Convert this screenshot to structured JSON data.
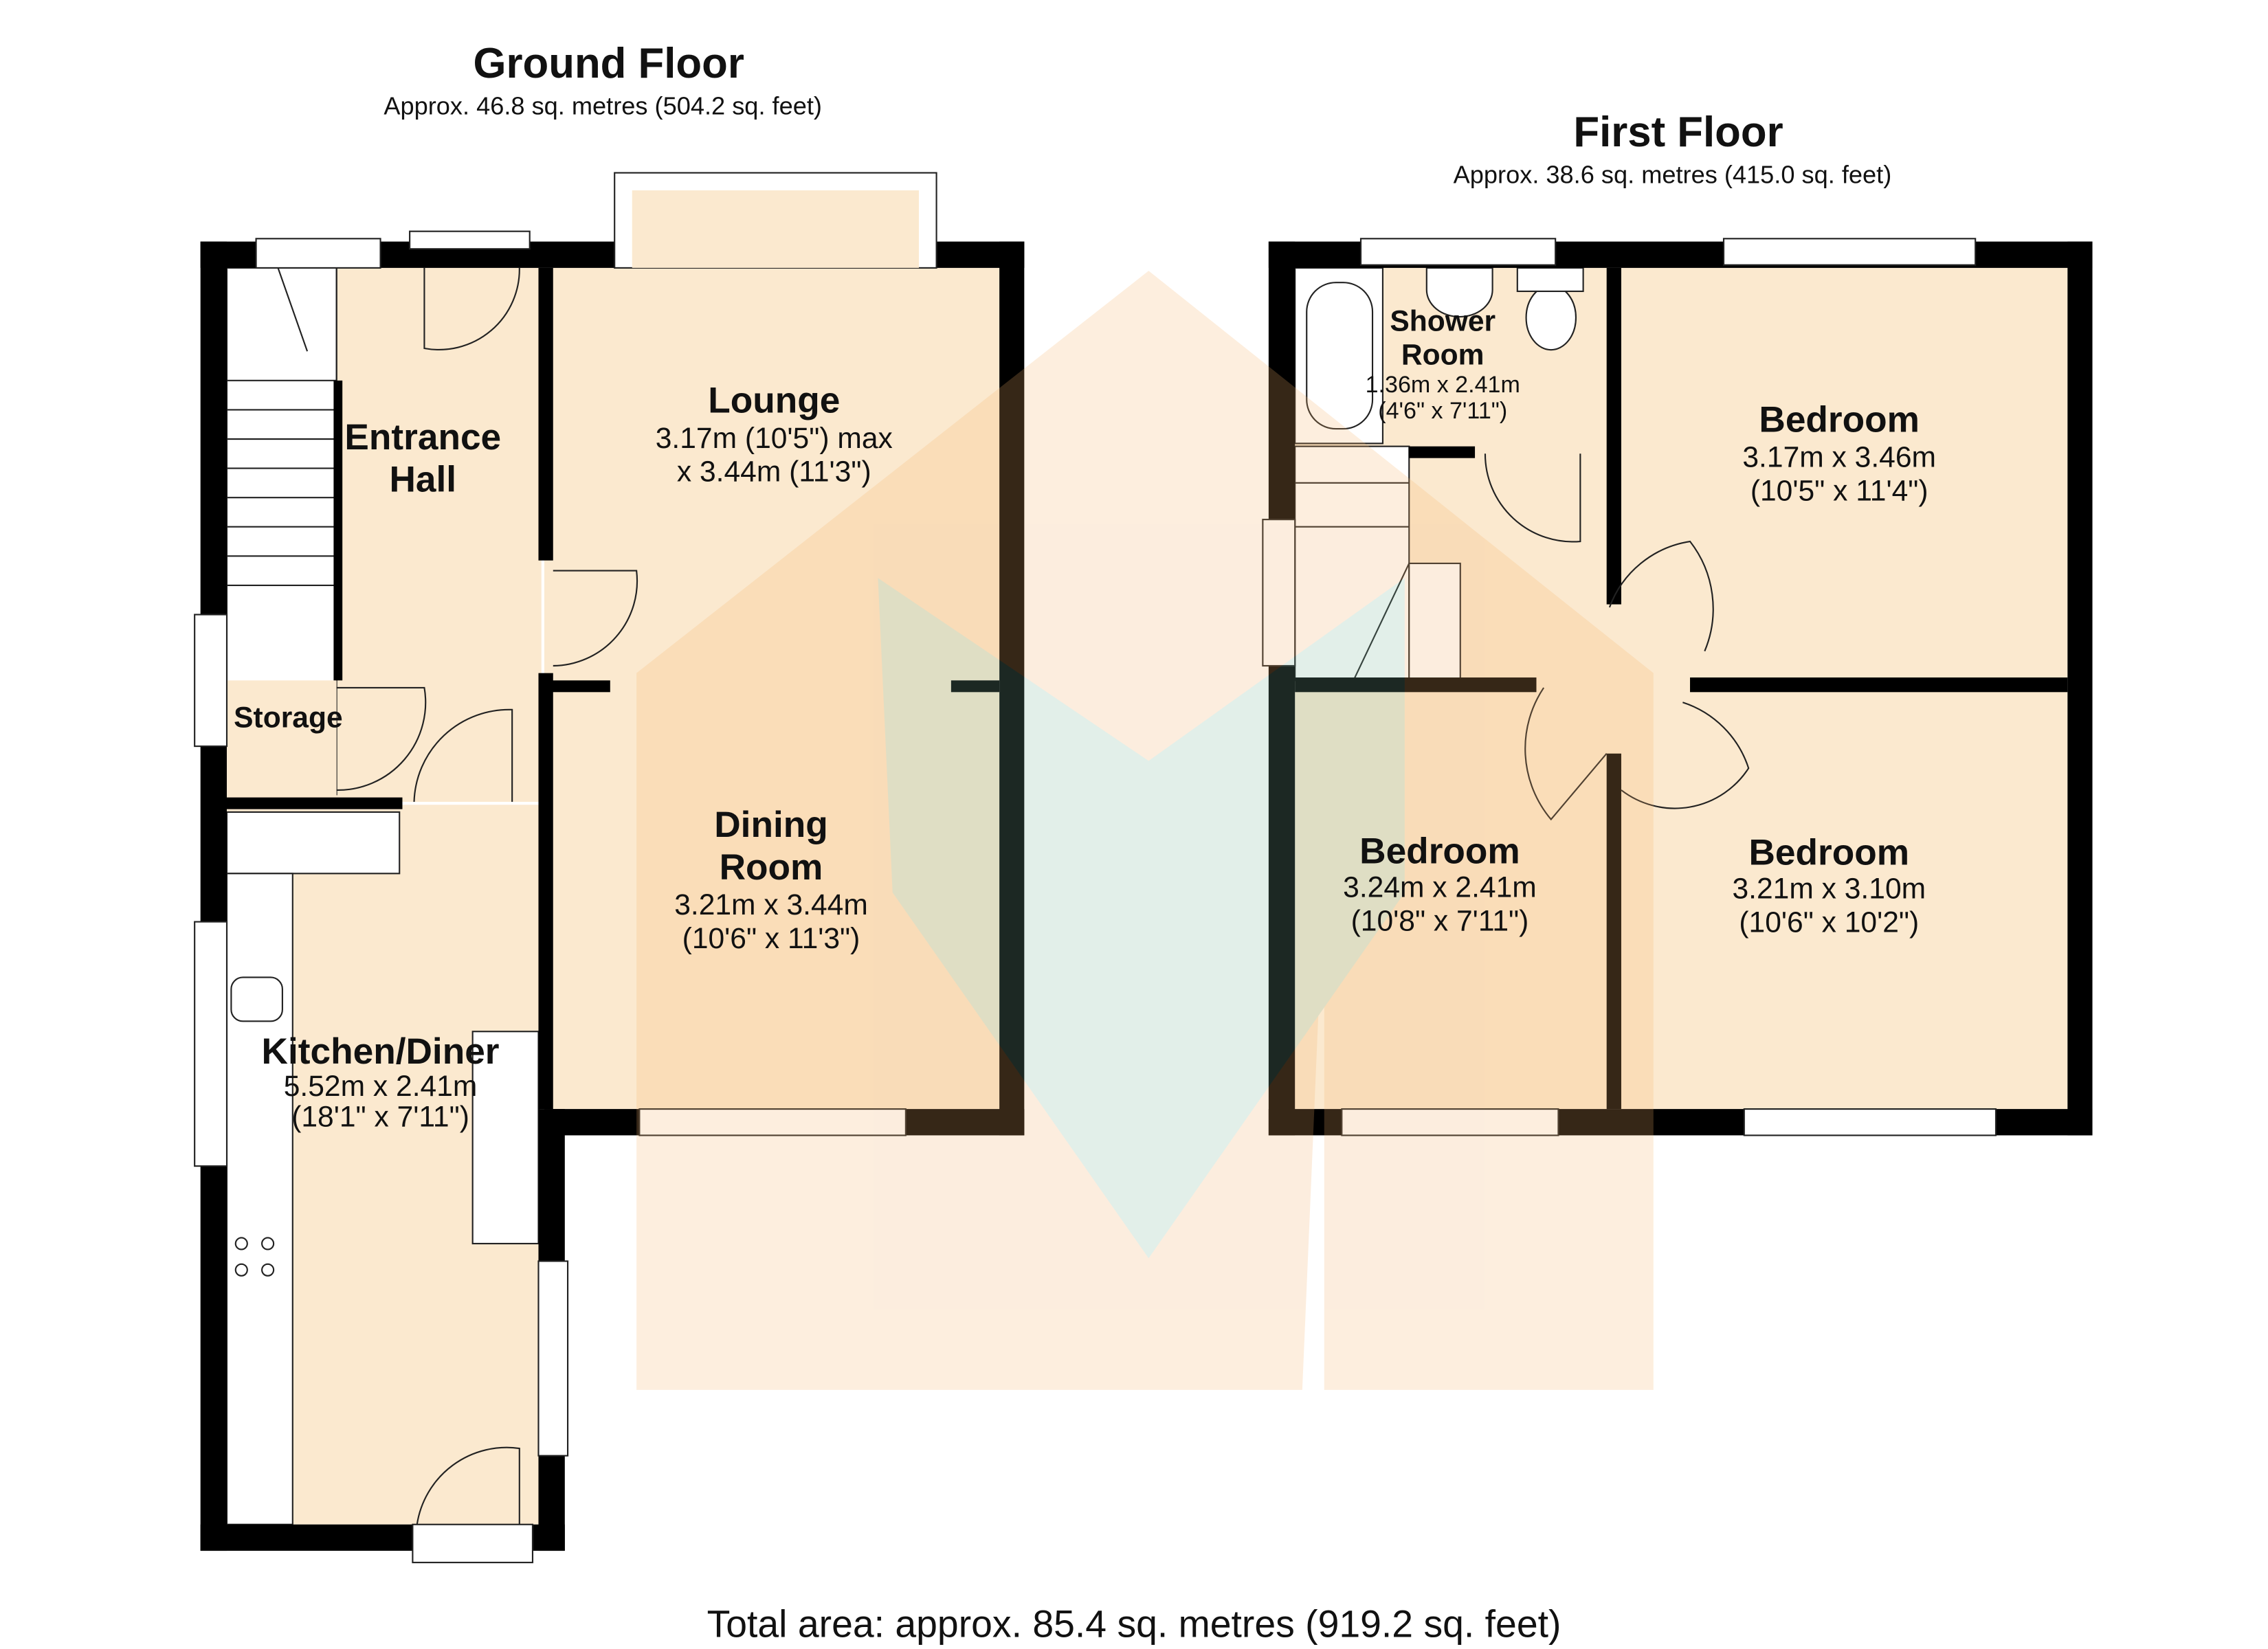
{
  "ground_floor": {
    "title": "Ground Floor",
    "area": "Approx. 46.8 sq. metres (504.2 sq. feet)",
    "rooms": [
      {
        "name_lines": [
          "Entrance",
          "Hall"
        ]
      },
      {
        "name_lines": [
          "Lounge"
        ],
        "dims": [
          "3.17m (10'5\") max",
          "x 3.44m (11'3\")"
        ]
      },
      {
        "name_lines": [
          "Dining",
          "Room"
        ],
        "dims": [
          "3.21m x 3.44m",
          "(10'6\" x 11'3\")"
        ]
      },
      {
        "name_lines": [
          "Storage"
        ]
      },
      {
        "name_lines": [
          "Kitchen/Diner"
        ],
        "dims": [
          "5.52m x 2.41m",
          "(18'1\" x 7'11\")"
        ]
      }
    ]
  },
  "first_floor": {
    "title": "First Floor",
    "area": "Approx. 38.6 sq. metres (415.0 sq. feet)",
    "rooms": [
      {
        "name_lines": [
          "Shower",
          "Room"
        ],
        "dims": [
          "1.36m x 2.41m",
          "(4'6\" x 7'11\")"
        ]
      },
      {
        "name_lines": [
          "Bedroom"
        ],
        "dims": [
          "3.17m x 3.46m",
          "(10'5\" x 11'4\")"
        ]
      },
      {
        "name_lines": [
          "Bedroom"
        ],
        "dims": [
          "3.24m x 2.41m",
          "(10'8\" x 7'11\")"
        ]
      },
      {
        "name_lines": [
          "Bedroom"
        ],
        "dims": [
          "3.21m x 3.10m",
          "(10'6\" x 10'2\")"
        ]
      }
    ]
  },
  "total_area": "Total area: approx. 85.4 sq. metres (919.2 sq. feet)",
  "colors": {
    "floor": "#fbe9cf",
    "wall": "#000000",
    "watermark_orange": "#f6b26b",
    "watermark_green": "#7fb8a0"
  }
}
